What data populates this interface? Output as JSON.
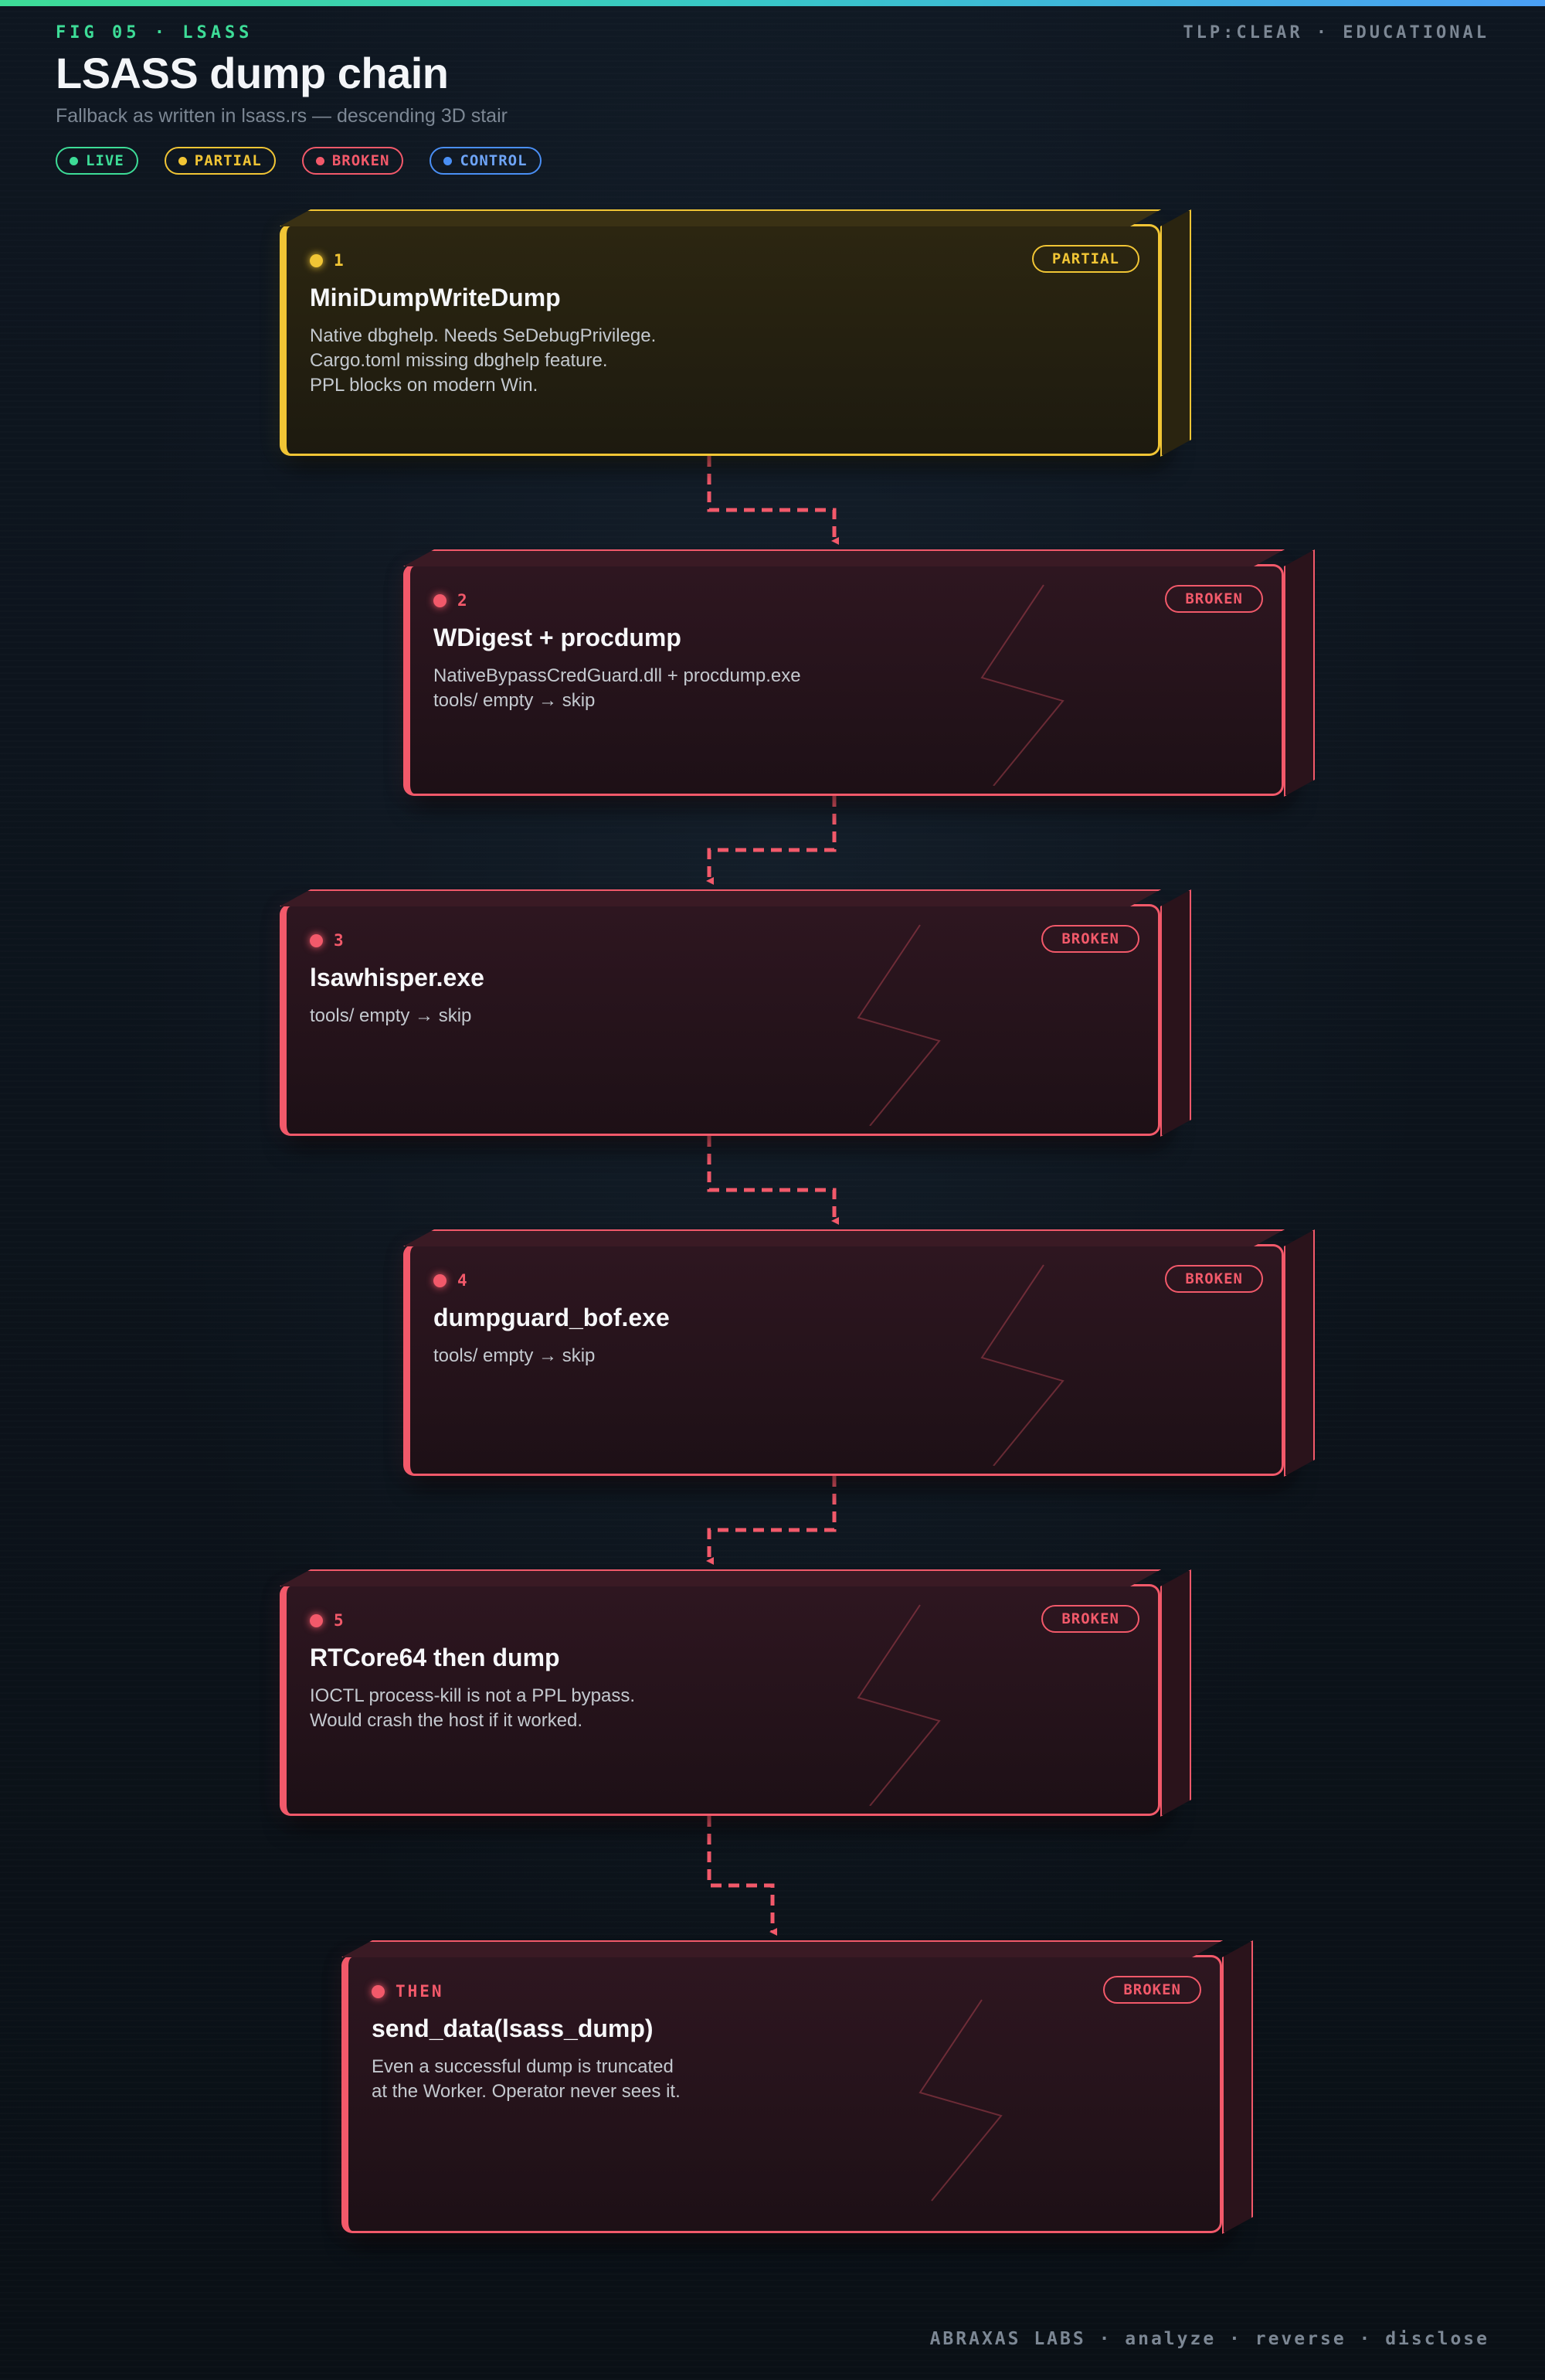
{
  "header": {
    "fig_label": "FIG 05 · LSASS",
    "tlp": "TLP:CLEAR · EDUCATIONAL",
    "title": "LSASS dump chain",
    "subtitle": "Fallback as written in lsass.rs — descending 3D stair"
  },
  "legend": [
    {
      "label": "LIVE",
      "color": "#3ddc97"
    },
    {
      "label": "PARTIAL",
      "color": "#f1c535"
    },
    {
      "label": "BROKEN",
      "color": "#f2596a"
    },
    {
      "label": "CONTROL",
      "color": "#4a8ff5"
    }
  ],
  "steps": [
    {
      "num": "1",
      "status": "PARTIAL",
      "title": "MiniDumpWriteDump",
      "desc": [
        "Native dbghelp. Needs SeDebugPrivilege.",
        "Cargo.toml missing dbghelp feature.",
        "PPL blocks on modern Win."
      ]
    },
    {
      "num": "2",
      "status": "BROKEN",
      "title": "WDigest + procdump",
      "desc": [
        "NativeBypassCredGuard.dll + procdump.exe",
        "tools/ empty → skip"
      ]
    },
    {
      "num": "3",
      "status": "BROKEN",
      "title": "lsawhisper.exe",
      "desc": [
        "tools/ empty → skip"
      ]
    },
    {
      "num": "4",
      "status": "BROKEN",
      "title": "dumpguard_bof.exe",
      "desc": [
        "tools/ empty → skip"
      ]
    },
    {
      "num": "5",
      "status": "BROKEN",
      "title": "RTCore64 then dump",
      "desc": [
        "IOCTL process-kill is not a PPL bypass.",
        "Would crash the host if it worked."
      ]
    },
    {
      "num": "THEN",
      "status": "BROKEN",
      "title": "send_data(lsass_dump)",
      "desc": [
        "Even a successful dump is truncated",
        "at the Worker. Operator never sees it."
      ]
    }
  ],
  "colors": {
    "partial": "#f1c535",
    "broken": "#f2596a",
    "live": "#3ddc97",
    "control": "#4a8ff5"
  },
  "footer": "ABRAXAS LABS · analyze · reverse · disclose"
}
